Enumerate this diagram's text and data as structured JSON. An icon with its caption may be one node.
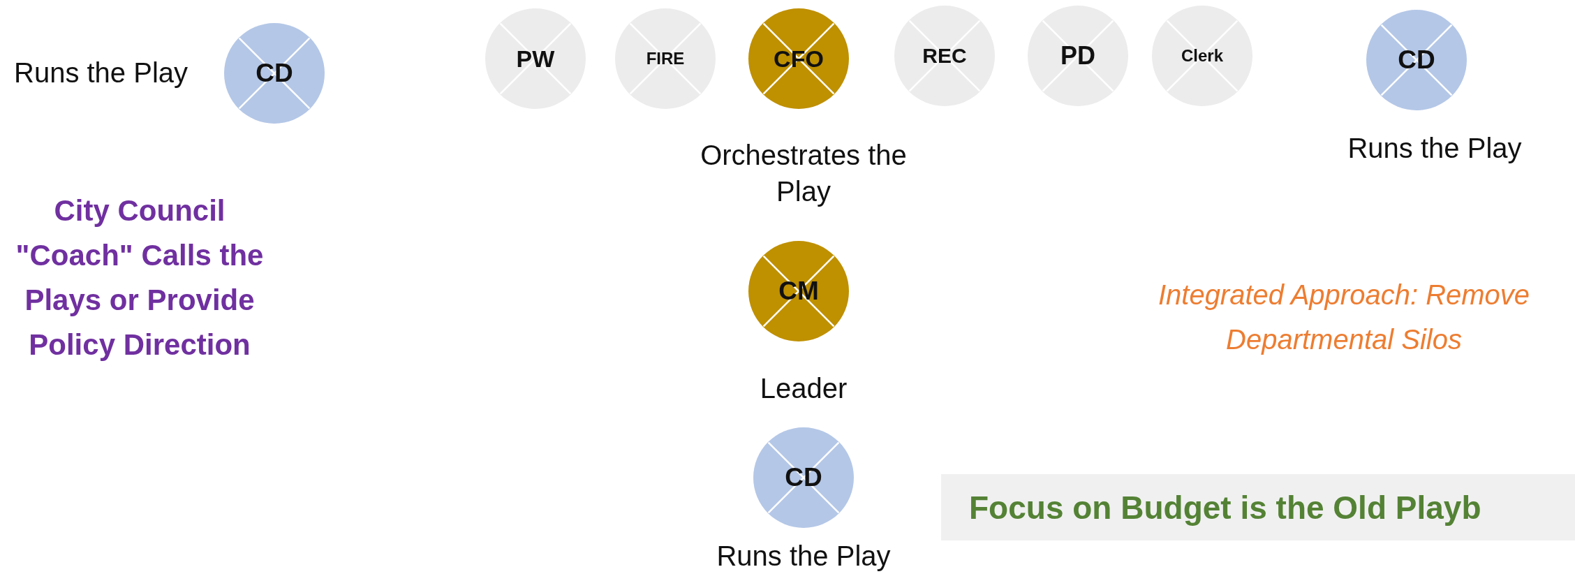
{
  "diagram": {
    "nodes": [
      {
        "text": [
          "CD"
        ],
        "beside": [
          "Runs the Play"
        ]
      },
      {
        "text": [
          "PW"
        ]
      },
      {
        "text": [
          "FIRE"
        ]
      },
      {
        "text": [
          "CFO"
        ],
        "beside": [
          "Orchestrates the Play"
        ]
      },
      {
        "text": [
          "REC"
        ]
      },
      {
        "text": [
          "PD"
        ]
      },
      {
        "text": [
          "Clerk"
        ]
      },
      {
        "text": [
          "CD"
        ],
        "beside": [
          "Runs the Play"
        ]
      },
      {
        "text": [
          "CM"
        ],
        "beside": [
          "Leader"
        ]
      },
      {
        "text": [
          "CD"
        ],
        "beside": [
          "Runs the Play"
        ]
      },
      {
        "text": [
          "Focus on Budget is the Old Playb"
        ]
      }
    ],
    "labels": [
      "City Council \"Coach\" Calls the Plays or Provide Policy Direction",
      "Integrated Approach: Remove Departmental Silos"
    ]
  }
}
